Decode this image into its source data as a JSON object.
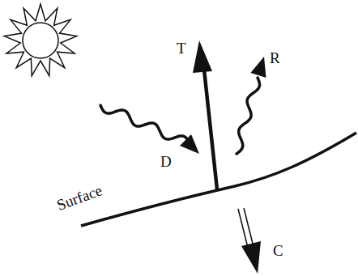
{
  "diagram": {
    "labels": [
      "T",
      "R",
      "D",
      "Surface",
      "C"
    ]
  }
}
